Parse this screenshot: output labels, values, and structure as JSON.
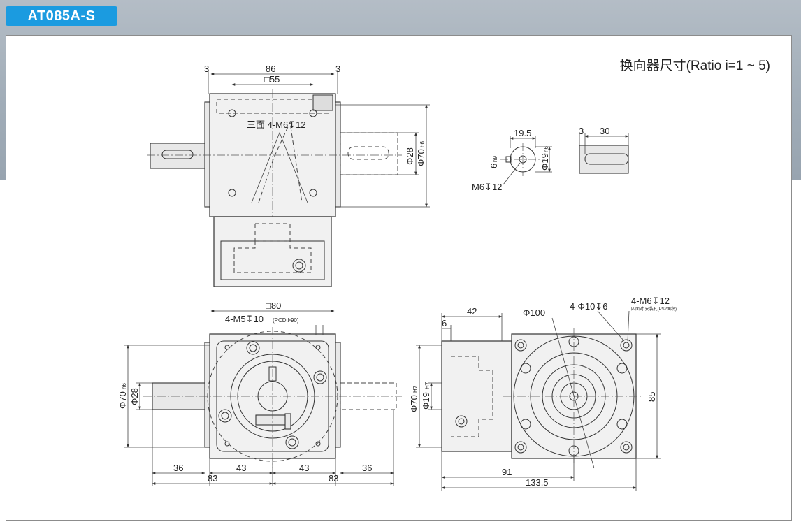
{
  "header": {
    "model": "AT085A-S"
  },
  "panel": {
    "title": "换向器尺寸(Ratio i=1 ~ 5)"
  },
  "top_view": {
    "dim_3_left": "3",
    "dim_86": "86",
    "dim_3_right": "3",
    "dim_sq55": "□55",
    "holes_note": "三面 4-M6↧12",
    "dim_phi28": "Φ28",
    "dim_phi70": "Φ70",
    "tol_h6": "h6"
  },
  "key_detail": {
    "dim_19_5": "19.5",
    "dim_6": "6",
    "tol_h9": "h9",
    "dim_phi19": "Φ19",
    "tol_h6": "h6",
    "thread": "M6↧12",
    "dim_3": "3",
    "dim_30": "30"
  },
  "front_view": {
    "dim_sq80": "□80",
    "holes_note": "4-M5↧10",
    "pcd_note": "(PCDΦ90)",
    "dim_phi70": "Φ70",
    "dim_phi28": "Φ28",
    "tol_h6": "h6",
    "dim_36_left": "36",
    "dim_43_left": "43",
    "dim_43_right": "43",
    "dim_36_right": "36",
    "dim_83_left": "83",
    "dim_83_right": "83"
  },
  "side_view": {
    "dim_42": "42",
    "dim_6": "6",
    "dim_phi100": "Φ100",
    "holes_note": "4-Φ10↧6",
    "thread_note": "4-M6↧12",
    "thread_subnote": "四面对 安装孔(PS2面积)",
    "dim_phi70": "Φ70",
    "dim_phi19": "Φ19",
    "tol_h7": "H7",
    "dim_85": "85",
    "dim_91": "91",
    "dim_133_5": "133.5"
  }
}
